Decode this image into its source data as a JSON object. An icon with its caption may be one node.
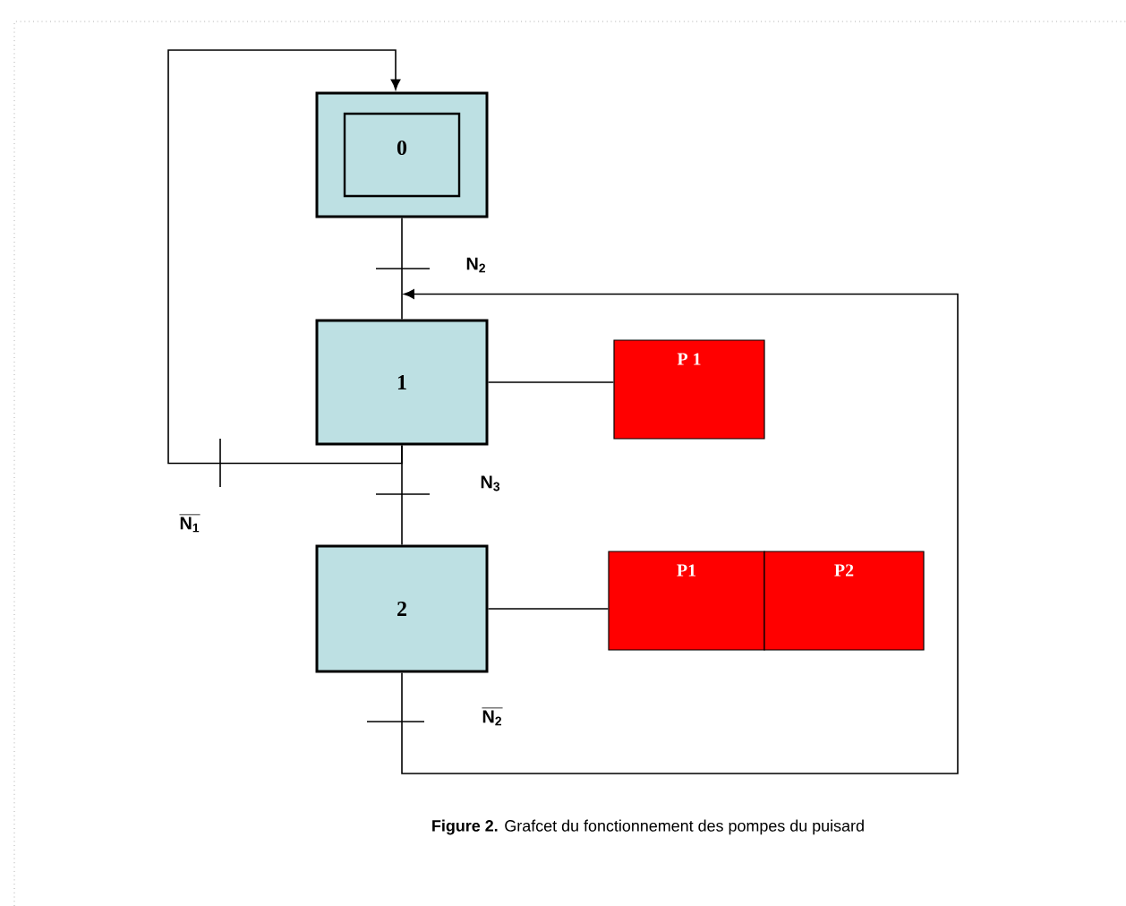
{
  "diagram": {
    "caption": "**Figure 2.** Grafcet du fonctionnement  des pompes du puisard",
    "nodes": [
      {
        "text": [
          "0"
        ]
      },
      {
        "text": [
          "1"
        ]
      },
      {
        "text": [
          "2"
        ]
      },
      {
        "text": [
          "P 1"
        ]
      },
      {
        "text": [
          "P1"
        ]
      },
      {
        "text": [
          "P2"
        ]
      }
    ],
    "edges": [
      {
        "from": 0,
        "to": 1,
        "arrow": "none"
      },
      {
        "from": 1,
        "to": 2,
        "arrow": "none"
      },
      {
        "from": 1,
        "to": 0,
        "arrow": "to"
      },
      {
        "from": 2,
        "to": 1,
        "arrow": "to"
      },
      {
        "from": 1,
        "to": 3,
        "arrow": "none"
      },
      {
        "from": 2,
        "to": 4,
        "arrow": "none"
      }
    ],
    "labels": [
      "\\mathbf{N_2}",
      "\\mathbf{N_3}",
      "\\overline{\\mathbf{N_1}}",
      "\\overline{\\mathbf{N_2}}"
    ]
  }
}
